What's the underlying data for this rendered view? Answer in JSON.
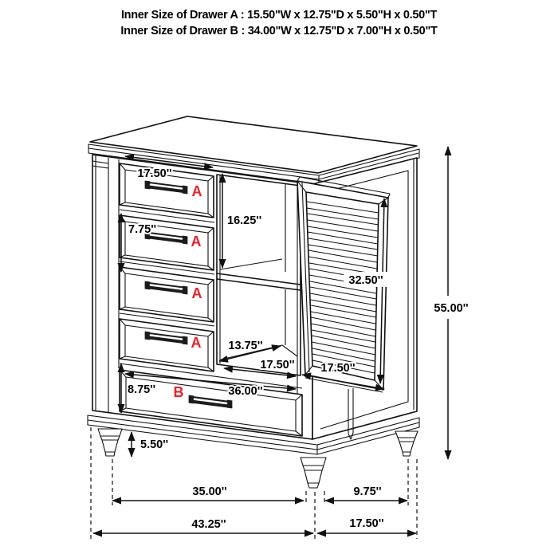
{
  "title": {
    "line1": "Inner Size of Drawer A : 15.50\"W x 12.75\"D x 5.50\"H x 0.50\"T",
    "line2": "Inner Size of Drawer B : 34.00\"W x 12.75\"D x 7.00\"H x 0.50\"T"
  },
  "drawer_labels": {
    "a1": "A",
    "a2": "A",
    "a3": "A",
    "a4": "A",
    "b": "B"
  },
  "dimensions": {
    "drawer_a_width": "17.50''",
    "drawer_a_height": "7.75''",
    "upper_opening_height": "16.25''",
    "door_height": "32.50''",
    "total_height": "55.00''",
    "interior_depth": "13.75''",
    "interior_width": "17.50''",
    "door_width": "17.50''",
    "drawer_b_width": "36.00''",
    "drawer_b_height": "8.75''",
    "leg_height": "5.50''",
    "front_leg_spacing": "35.00''",
    "side_leg_spacing": "9.75''",
    "overall_width": "43.25''",
    "overall_depth": "17.50''"
  },
  "colors": {
    "line": "#111111",
    "accent_red": "#e8212b",
    "text": "#000000",
    "background": "#ffffff"
  }
}
